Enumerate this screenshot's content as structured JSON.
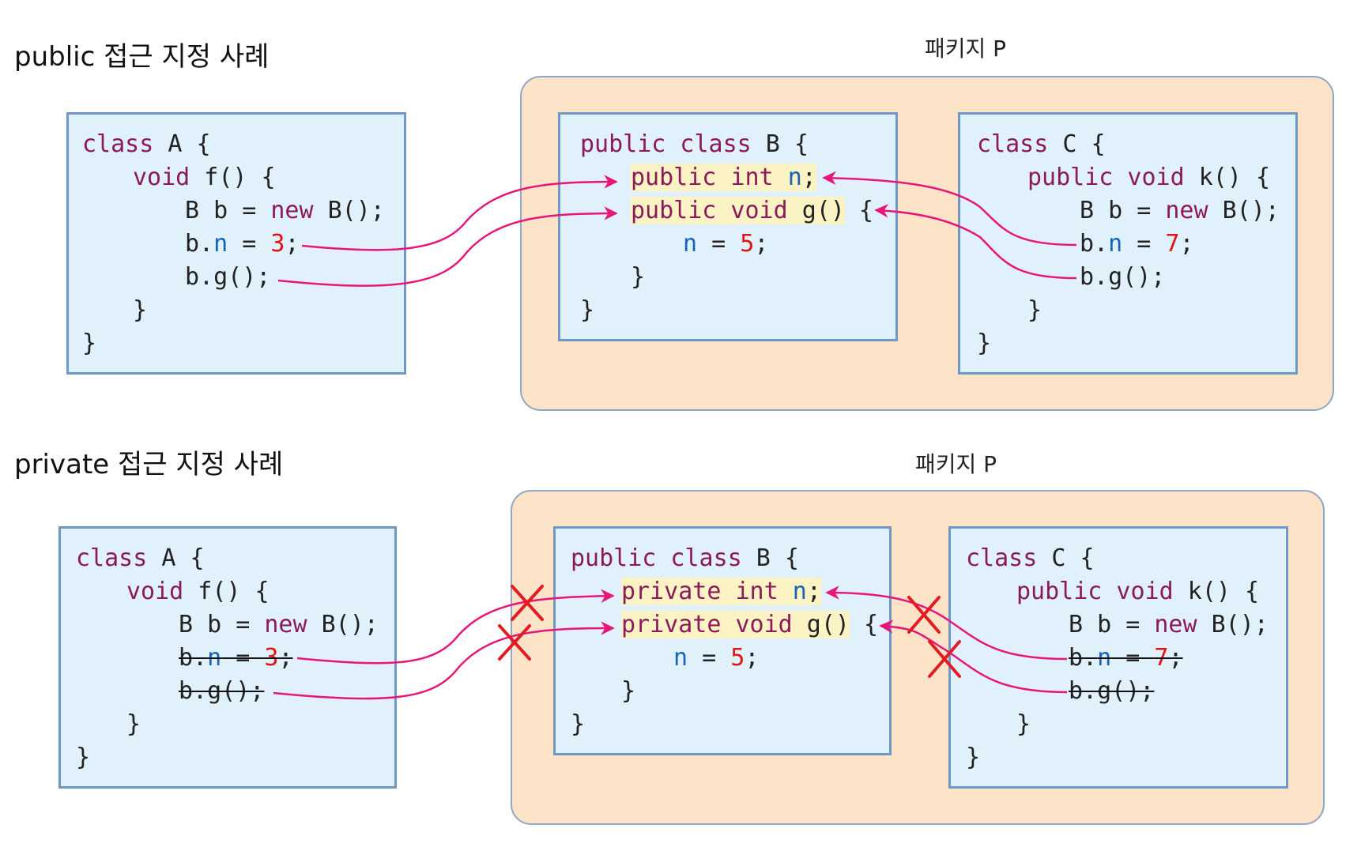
{
  "titles": {
    "public": "public 접근 지정 사례",
    "private": "private 접근 지정 사례"
  },
  "package_label": "패키지 P",
  "colors": {
    "arrow": "#e6167a",
    "cross": "#e31b23",
    "box_fill": "#e1f1fb",
    "box_border": "#6f98c6",
    "package_fill": "#fde3c8",
    "keyword": "#8b1a5c",
    "identifier": "#1565b6",
    "number": "#e01414",
    "highlight": "#fcf3c4"
  },
  "public": {
    "classA": {
      "l1a": "class",
      "l1b": " A {",
      "l2a": "void",
      "l2b": " f() {",
      "l3a": "B b = ",
      "l3b": "new",
      "l3c": " B();",
      "l4a": "b.",
      "l4b": "n",
      "l4c": " = ",
      "l4d": "3",
      "l4e": ";",
      "l5": "b.g();",
      "l6": "}",
      "l7": "}"
    },
    "classB": {
      "l1a": "public class",
      "l1b": " B {",
      "l2a": "public int",
      "l2b": " ",
      "l2c": "n",
      "l2d": ";",
      "l3a": "public void",
      "l3b": " g()",
      "l3c": " {",
      "l4a": "n",
      "l4b": " = ",
      "l4c": "5",
      "l4d": ";",
      "l5": "}",
      "l6": "}"
    },
    "classC": {
      "l1a": "class",
      "l1b": " C {",
      "l2a": "public void",
      "l2b": " k() {",
      "l3a": "B b = ",
      "l3b": "new",
      "l3c": " B();",
      "l4a": "b.",
      "l4b": "n",
      "l4c": " = ",
      "l4d": "7",
      "l4e": ";",
      "l5": "b.g();",
      "l6": "}",
      "l7": "}"
    }
  },
  "private": {
    "classA": {
      "l1a": "class",
      "l1b": " A {",
      "l2a": "void",
      "l2b": " f() {",
      "l3a": "B b = ",
      "l3b": "new",
      "l3c": " B();",
      "l4a": "b.",
      "l4b": "n",
      "l4c": " = ",
      "l4d": "3",
      "l4e": ";",
      "l5": "b.g();",
      "l6": "}",
      "l7": "}"
    },
    "classB": {
      "l1a": "public class",
      "l1b": " B {",
      "l2a": "private int",
      "l2b": " ",
      "l2c": "n",
      "l2d": ";",
      "l3a": "private void",
      "l3b": " g()",
      "l3c": " {",
      "l4a": "n",
      "l4b": " = ",
      "l4c": "5",
      "l4d": ";",
      "l5": "}",
      "l6": "}"
    },
    "classC": {
      "l1a": "class",
      "l1b": " C {",
      "l2a": "public void",
      "l2b": " k() {",
      "l3a": "B b = ",
      "l3b": "new",
      "l3c": " B();",
      "l4a": "b.",
      "l4b": "n",
      "l4c": " = ",
      "l4d": "7",
      "l4e": ";",
      "l5": "b.g();",
      "l6": "}",
      "l7": "}"
    }
  }
}
